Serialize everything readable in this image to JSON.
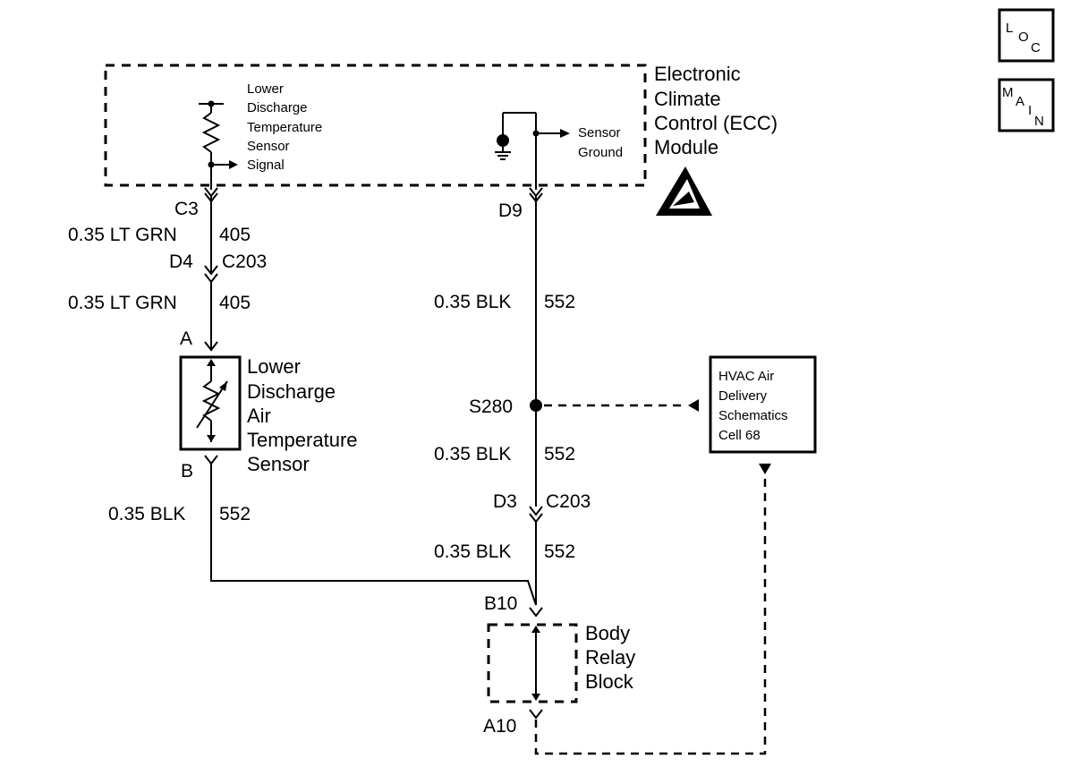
{
  "nav": {
    "loc": {
      "l": "L",
      "o": "O",
      "c": "C"
    },
    "main": {
      "m": "M",
      "a": "A",
      "i": "I",
      "n": "N"
    }
  },
  "ecc_module": {
    "name_lines": [
      "Electronic",
      "Climate",
      "Control (ECC)",
      "Module"
    ],
    "internal_sensor_lines": [
      "Lower",
      "Discharge",
      "Temperature",
      "Sensor",
      "Signal"
    ],
    "sensor_ground_lines": [
      "Sensor",
      "Ground"
    ]
  },
  "left_circuit": {
    "pin_c3": "C3",
    "wire1_gauge": "0.35 LT GRN",
    "wire1_circuit": "405",
    "pin_d4": "D4",
    "connector_c203": "C203",
    "wire2_gauge": "0.35 LT GRN",
    "wire2_circuit": "405",
    "terminal_a": "A",
    "sensor_lines": [
      "Lower",
      "Discharge",
      "Air",
      "Temperature",
      "Sensor"
    ],
    "terminal_b": "B",
    "wire3_gauge": "0.35 BLK",
    "wire3_circuit": "552"
  },
  "right_circuit": {
    "pin_d9": "D9",
    "wire1_gauge": "0.35 BLK",
    "wire1_circuit": "552",
    "splice": "S280",
    "wire2_gauge": "0.35 BLK",
    "wire2_circuit": "552",
    "pin_d3": "D3",
    "connector_c203": "C203",
    "wire3_gauge": "0.35 BLK",
    "wire3_circuit": "552",
    "pin_b10": "B10",
    "pin_a10": "A10",
    "relay_block_lines": [
      "Body",
      "Relay",
      "Block"
    ]
  },
  "reference_box": {
    "lines": [
      "HVAC Air",
      "Delivery",
      "Schematics",
      "Cell 68"
    ]
  }
}
